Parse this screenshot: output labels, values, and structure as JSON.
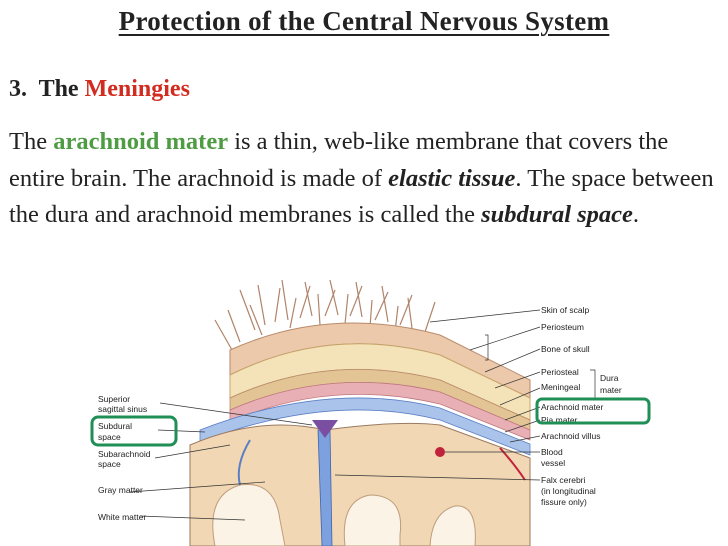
{
  "slide": {
    "title": "Protection of the Central Nervous System",
    "subtitle_prefix": "3.  The ",
    "subtitle_highlight": "Meningies",
    "para": {
      "t1": "The ",
      "t2": "arachnoid mater",
      "t3": " is a thin, web-like membrane that covers the entire brain. The arachnoid is made of ",
      "t4": "elastic tissue",
      "t5": ". The space between the dura and arachnoid membranes is called the ",
      "t6": "subdural space",
      "t7": "."
    }
  },
  "figure": {
    "labels_right": {
      "skin": "Skin of scalp",
      "periosteum": "Periosteum",
      "bone": "Bone of skull",
      "periosteal": "Periosteal",
      "meningeal": "Meningeal",
      "dura1": "Dura",
      "dura2": "mater",
      "arachnoid": "Arachnoid mater",
      "pia": "Pia mater",
      "villus": "Arachnoid villus",
      "blood1": "Blood",
      "blood2": "vessel",
      "falx1": "Falx cerebri",
      "falx2": "(in longitudinal",
      "falx3": "fissure only)"
    },
    "labels_left": {
      "sinus1": "Superior",
      "sinus2": "sagittal sinus",
      "subdural1": "Subdural",
      "subdural2": "space",
      "subarach1": "Subarachnoid",
      "subarach2": "space",
      "gray": "Gray matter",
      "white": "White matter"
    },
    "colors": {
      "highlight_box": "#1f8f57",
      "red": "#d22b1f",
      "green_text": "#4f9c44"
    }
  }
}
